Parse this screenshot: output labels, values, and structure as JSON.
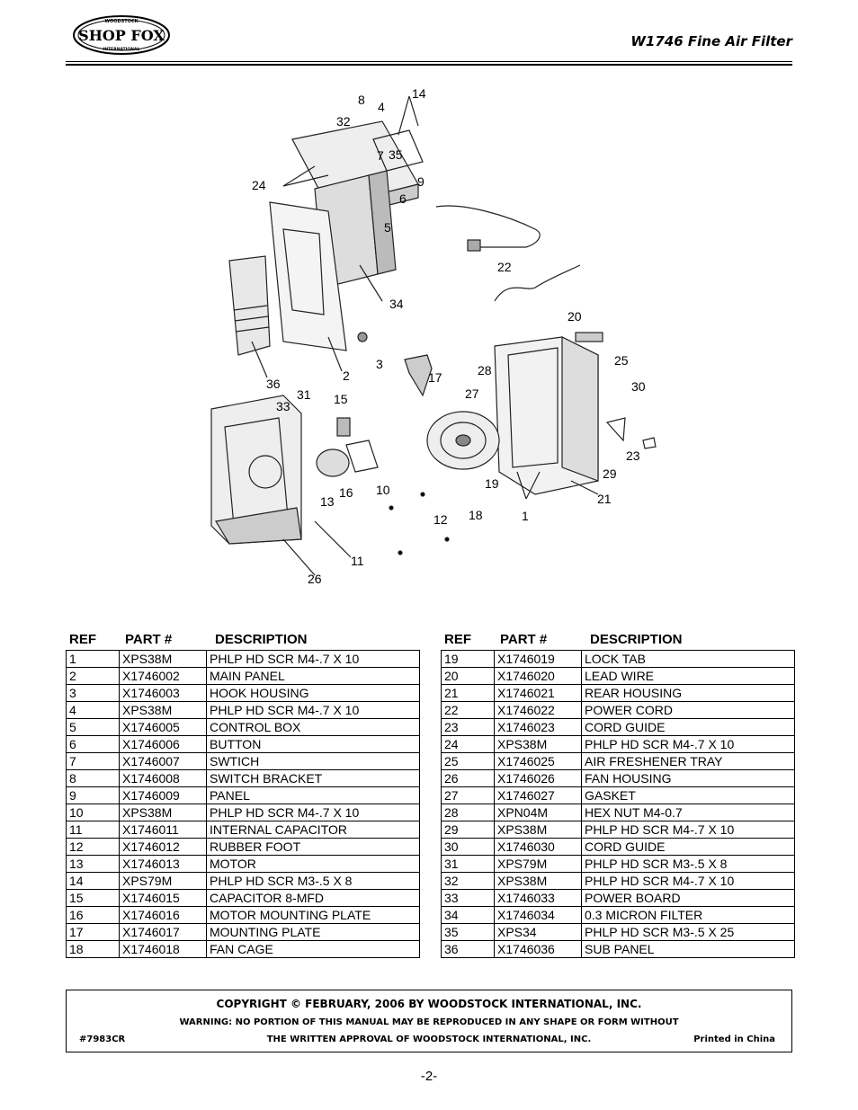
{
  "header": {
    "logo_text": "SHOP FOX",
    "logo_small_top": "WOODSTOCK",
    "logo_small_bottom": "INTERNATIONAL",
    "doc_title": "W1746 Fine Air Filter"
  },
  "diagram": {
    "callouts": [
      "8",
      "4",
      "14",
      "32",
      "7",
      "35",
      "24",
      "9",
      "6",
      "5",
      "22",
      "34",
      "20",
      "2",
      "3",
      "36",
      "17",
      "28",
      "25",
      "30",
      "27",
      "33",
      "31",
      "15",
      "16",
      "10",
      "13",
      "19",
      "23",
      "29",
      "21",
      "18",
      "1",
      "12",
      "11",
      "26"
    ]
  },
  "parts_table": {
    "headers": {
      "ref": "REF",
      "part": "PART #",
      "desc": "DESCRIPTION"
    },
    "left": [
      {
        "ref": "1",
        "part": "XPS38M",
        "desc": "PHLP HD SCR  M4-.7 X 10"
      },
      {
        "ref": "2",
        "part": "X1746002",
        "desc": "MAIN PANEL"
      },
      {
        "ref": "3",
        "part": "X1746003",
        "desc": "HOOK HOUSING"
      },
      {
        "ref": "4",
        "part": "XPS38M",
        "desc": "PHLP HD SCR  M4-.7 X 10"
      },
      {
        "ref": "5",
        "part": "X1746005",
        "desc": "CONTROL BOX"
      },
      {
        "ref": "6",
        "part": "X1746006",
        "desc": "BUTTON"
      },
      {
        "ref": "7",
        "part": "X1746007",
        "desc": "SWTICH"
      },
      {
        "ref": "8",
        "part": "X1746008",
        "desc": "SWITCH BRACKET"
      },
      {
        "ref": "9",
        "part": "X1746009",
        "desc": "PANEL"
      },
      {
        "ref": "10",
        "part": "XPS38M",
        "desc": "PHLP HD SCR  M4-.7 X 10"
      },
      {
        "ref": "11",
        "part": "X1746011",
        "desc": "INTERNAL CAPACITOR"
      },
      {
        "ref": "12",
        "part": "X1746012",
        "desc": "RUBBER FOOT"
      },
      {
        "ref": "13",
        "part": "X1746013",
        "desc": "MOTOR"
      },
      {
        "ref": "14",
        "part": "XPS79M",
        "desc": "PHLP HD SCR M3-.5 X 8"
      },
      {
        "ref": "15",
        "part": "X1746015",
        "desc": "CAPACITOR 8-MFD"
      },
      {
        "ref": "16",
        "part": "X1746016",
        "desc": "MOTOR MOUNTING PLATE"
      },
      {
        "ref": "17",
        "part": "X1746017",
        "desc": "MOUNTING PLATE"
      },
      {
        "ref": "18",
        "part": "X1746018",
        "desc": "FAN CAGE"
      }
    ],
    "right": [
      {
        "ref": "19",
        "part": "X1746019",
        "desc": "LOCK TAB"
      },
      {
        "ref": "20",
        "part": "X1746020",
        "desc": "LEAD WIRE"
      },
      {
        "ref": "21",
        "part": "X1746021",
        "desc": "REAR HOUSING"
      },
      {
        "ref": "22",
        "part": "X1746022",
        "desc": "POWER CORD"
      },
      {
        "ref": "23",
        "part": "X1746023",
        "desc": "CORD GUIDE"
      },
      {
        "ref": "24",
        "part": "XPS38M",
        "desc": "PHLP HD SCR  M4-.7 X 10"
      },
      {
        "ref": "25",
        "part": "X1746025",
        "desc": "AIR FRESHENER TRAY"
      },
      {
        "ref": "26",
        "part": "X1746026",
        "desc": "FAN HOUSING"
      },
      {
        "ref": "27",
        "part": "X1746027",
        "desc": "GASKET"
      },
      {
        "ref": "28",
        "part": "XPN04M",
        "desc": "HEX NUT M4-0.7"
      },
      {
        "ref": "29",
        "part": "XPS38M",
        "desc": "PHLP HD SCR  M4-.7 X 10"
      },
      {
        "ref": "30",
        "part": "X1746030",
        "desc": "CORD GUIDE"
      },
      {
        "ref": "31",
        "part": "XPS79M",
        "desc": "PHLP HD SCR M3-.5 X 8"
      },
      {
        "ref": "32",
        "part": "XPS38M",
        "desc": "PHLP HD SCR  M4-.7 X 10"
      },
      {
        "ref": "33",
        "part": "X1746033",
        "desc": "POWER BOARD"
      },
      {
        "ref": "34",
        "part": "X1746034",
        "desc": "0.3 MICRON FILTER"
      },
      {
        "ref": "35",
        "part": "XPS34",
        "desc": "PHLP HD SCR M3-.5 X 25"
      },
      {
        "ref": "36",
        "part": "X1746036",
        "desc": "SUB PANEL"
      }
    ]
  },
  "footer": {
    "copyright": "COPYRIGHT © FEBRUARY, 2006 BY WOODSTOCK INTERNATIONAL, INC.",
    "warning_line1": "WARNING: NO PORTION OF THIS MANUAL MAY BE REPRODUCED IN ANY SHAPE OR FORM WITHOUT",
    "warning_line2": "THE WRITTEN APPROVAL OF WOODSTOCK INTERNATIONAL, INC.",
    "doc_code": "#7983CR",
    "printed": "Printed in China"
  },
  "page_number": "-2-"
}
